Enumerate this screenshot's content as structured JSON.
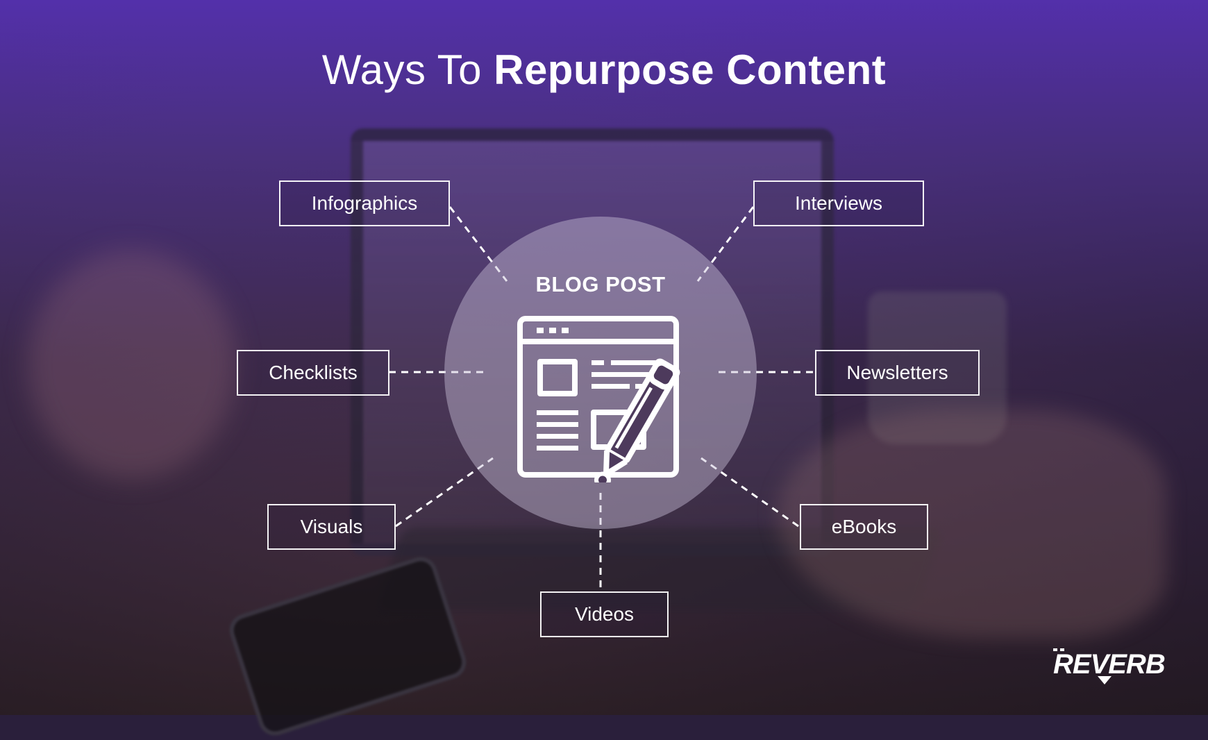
{
  "title": {
    "light": "Ways To",
    "bold": "Repurpose Content"
  },
  "hub": {
    "label": "BLOG POST",
    "icon": "blog-post-document-pencil-icon"
  },
  "nodes": [
    {
      "id": "infographics",
      "label": "Infographics"
    },
    {
      "id": "interviews",
      "label": "Interviews"
    },
    {
      "id": "checklists",
      "label": "Checklists"
    },
    {
      "id": "newsletters",
      "label": "Newsletters"
    },
    {
      "id": "visuals",
      "label": "Visuals"
    },
    {
      "id": "ebooks",
      "label": "eBooks"
    },
    {
      "id": "videos",
      "label": "Videos"
    }
  ],
  "logo": {
    "text": "REVERB",
    "icon": "reverb-logo"
  },
  "colors": {
    "accent": "#5a34b8",
    "line": "#ffffff"
  }
}
